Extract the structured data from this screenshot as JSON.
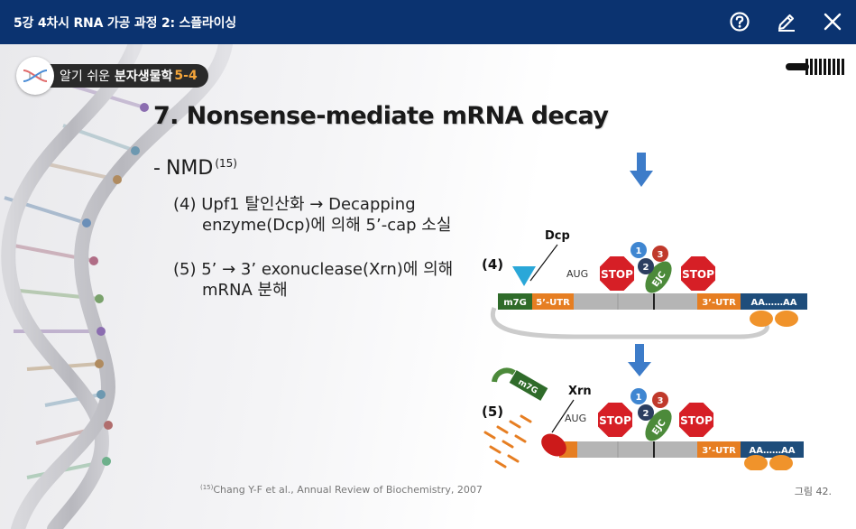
{
  "window": {
    "title": "5강 4차시 RNA 가공 과정 2: 스플라이싱",
    "help_icon": "question-circle-icon",
    "edit_icon": "pencil-icon",
    "close_icon": "close-icon"
  },
  "slide": {
    "logo": {
      "icon": "dna-logo-icon",
      "text_light": "알기 쉬운",
      "text_bold": "분자생물학",
      "text_num": "5-4"
    },
    "brand_icon": "brand-stripes-icon",
    "title": "7. Nonsense-mediate mRNA decay",
    "bullet": {
      "dash": "-",
      "text": "NMD",
      "sup": "(15)"
    },
    "item4": {
      "line1": "(4)  Upf1 탈인산화 → Decapping",
      "line2": "enzyme(Dcp)에 의해 5’-cap 소실"
    },
    "item5": {
      "line1": "(5)  5’ → 3’ exonuclease(Xrn)에 의해",
      "line2": "mRNA 분해"
    },
    "caption": {
      "sup": "(15)",
      "text": "Chang Y-F et al., Annual Review of Biochemistry, 2007"
    },
    "figure_label": "그림 42.",
    "diagram": {
      "step4": {
        "label": "(4)",
        "enzyme": "Dcp",
        "aug": "AUG",
        "stop1": "STOP",
        "stop2": "STOP",
        "cap": "m7G",
        "utr5": "5’-UTR",
        "utr3": "3’-UTR",
        "polya": "AA……AA",
        "ejc": "EJC",
        "balls": [
          "1",
          "2",
          "3"
        ]
      },
      "step5": {
        "label": "(5)",
        "enzyme": "Xrn",
        "aug": "AUG",
        "stop1": "STOP",
        "stop2": "STOP",
        "cap": "m7G",
        "utr3": "3’-UTR",
        "polya": "AA……AA",
        "ejc": "EJC",
        "balls": [
          "1",
          "2",
          "3"
        ]
      },
      "colors": {
        "arrow": "#3d7cc9",
        "stop": "#d61f26",
        "utr": "#e67e22",
        "cap": "#2f6b2a",
        "polya": "#1e4d7b",
        "xrn": "#cc1a1a"
      }
    }
  }
}
